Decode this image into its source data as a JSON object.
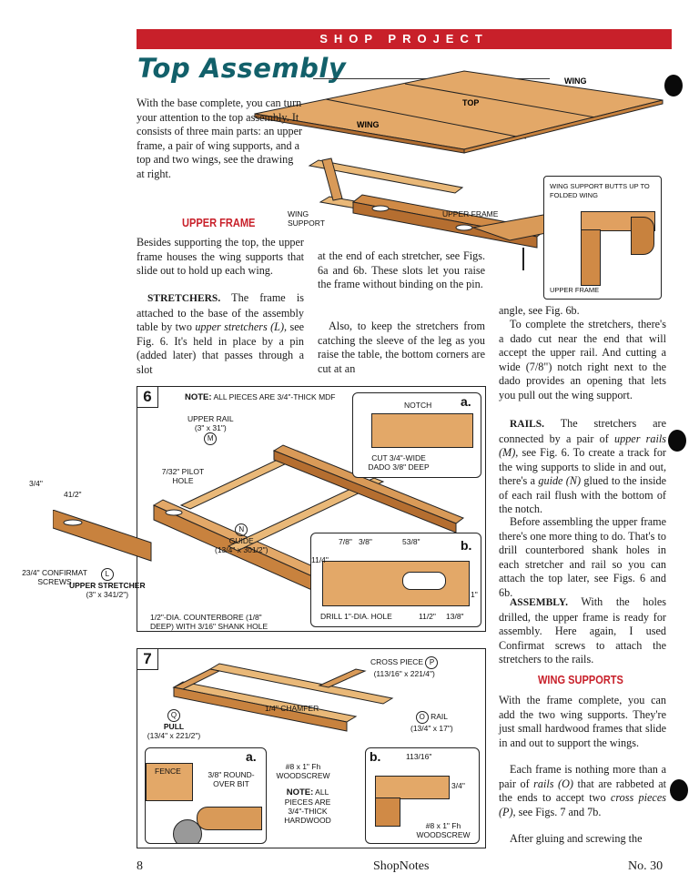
{
  "banner": "SHOP PROJECT",
  "title": "Top Assembly",
  "intro": "With the base complete, you can turn your attention to the top assembly. It consists of three main parts: an upper frame, a pair of wing supports, and a top and two wings, see the drawing at right.",
  "heading_upper_frame": "UPPER FRAME",
  "p_upper_frame": "Besides supporting the top, the upper frame houses the wing supports that slide out to hold up each wing.",
  "stretchers": {
    "lead": "STRETCHERS.",
    "a": "The frame is attached to the base of the assembly table by two",
    "em": "upper stretchers (L),",
    "b": "see Fig. 6. It's held in place by a pin (added later) that passes through a slot",
    "c": "at the end of each stretcher, see Figs. 6a and 6b. These slots let you raise the frame without binding on the pin.",
    "d": "Also, to keep the stretchers from catching the sleeve of the leg as you raise the table, the bottom corners are cut at an",
    "e": "angle, see Fig. 6b.",
    "f": "To complete the stretchers, there's a dado cut near the end that will accept the upper rail. And cutting a wide (7/8\") notch right next to the dado provides an opening that lets you pull out the wing support."
  },
  "rails": {
    "lead": "RAILS.",
    "a": "The stretchers are connected by a pair of",
    "em1": "upper rails (M),",
    "b": "see Fig. 6. To create a track for the wing supports to slide in and out, there's a",
    "em2": "guide (N)",
    "c": "glued to the inside of each rail flush with the bottom of the notch.",
    "d": "Before assembling the upper frame there's one more thing to do. That's to drill counterbored shank holes in each stretcher and rail so you can attach the top later, see Figs. 6 and 6b."
  },
  "assembly": {
    "lead": "ASSEMBLY.",
    "a": "With the holes drilled, the upper frame is ready for assembly. Here again, I used Confirmat screws to attach the stretchers to the rails."
  },
  "heading_wing_supports": "WING SUPPORTS",
  "wing": {
    "a": "With the frame complete, you can add the two wing supports. They're just small hardwood frames that slide in and out to support the wings.",
    "b": "Each frame is nothing more than a pair of",
    "em1": "rails (O)",
    "c": "that are rabbeted at the ends to accept two",
    "em2": "cross pieces (P),",
    "d": "see Figs. 7 and 7b.",
    "e": "After gluing and screwing the"
  },
  "drawing": {
    "wing_left": "WING",
    "top": "TOP",
    "wing_right": "WING",
    "wing_support": "WING SUPPORT",
    "upper_frame": "UPPER FRAME",
    "detail_note": "WING SUPPORT BUTTS UP TO FOLDED WING",
    "detail_label": "UPPER FRAME"
  },
  "fig6": {
    "num": "6",
    "note_lead": "NOTE:",
    "note": "ALL PIECES ARE 3/4\"-THICK MDF",
    "upper_rail": "UPPER RAIL",
    "upper_rail_dim": "(3\" x 31\")",
    "m": "M",
    "pilot": "7/32\" PILOT HOLE",
    "guide": "GUIDE",
    "guide_dim": "(13/4\" x 301/2\")",
    "n": "N",
    "l": "L",
    "confirmat": "23/4\" CONFIRMAT SCREWS",
    "upper_stretcher": "UPPER STRETCHER",
    "upper_stretcher_dim": "(3\" x 341/2\")",
    "counterbore": "1/2\"-DIA. COUNTERBORE (1/8\" DEEP) WITH 3/16\" SHANK HOLE",
    "dim_half": "3/4\"",
    "dim_4": "41/2\"",
    "a_label": "a.",
    "notch": "NOTCH",
    "dado": "CUT 3/4\"-WIDE DADO 3/8\" DEEP",
    "b_label": "b.",
    "d_a": "7/8\"",
    "d_b": "3/8\"",
    "d_c": "53/8\"",
    "d_d": "11/4\"",
    "drill": "DRILL 1\"-DIA. HOLE",
    "d_e": "11/2\"",
    "d_f": "13/8\"",
    "d_g": "1\""
  },
  "fig7": {
    "num": "7",
    "cross": "CROSS PIECE",
    "cross_dim": "(113/16\" x 221/4\")",
    "p": "P",
    "chamfer": "1/4\" CHAMFER",
    "rail": "RAIL",
    "rail_dim": "(13/4\" x 17\")",
    "o": "O",
    "pull": "PULL",
    "pull_dim": "(13/4\" x 221/2\")",
    "q": "Q",
    "a_label": "a.",
    "fence": "FENCE",
    "roundover": "3/8\" ROUND-OVER BIT",
    "screw": "#8 x 1\" Fh WOODSCREW",
    "note_lead": "NOTE:",
    "note": "ALL PIECES ARE 3/4\"-THICK HARDWOOD",
    "b_label": "b.",
    "d1": "113/16\"",
    "d2": "3/4\"",
    "screw_b": "#8 x 1\" Fh WOODSCREW"
  },
  "footer": {
    "page": "8",
    "mag": "ShopNotes",
    "issue": "No. 30"
  }
}
